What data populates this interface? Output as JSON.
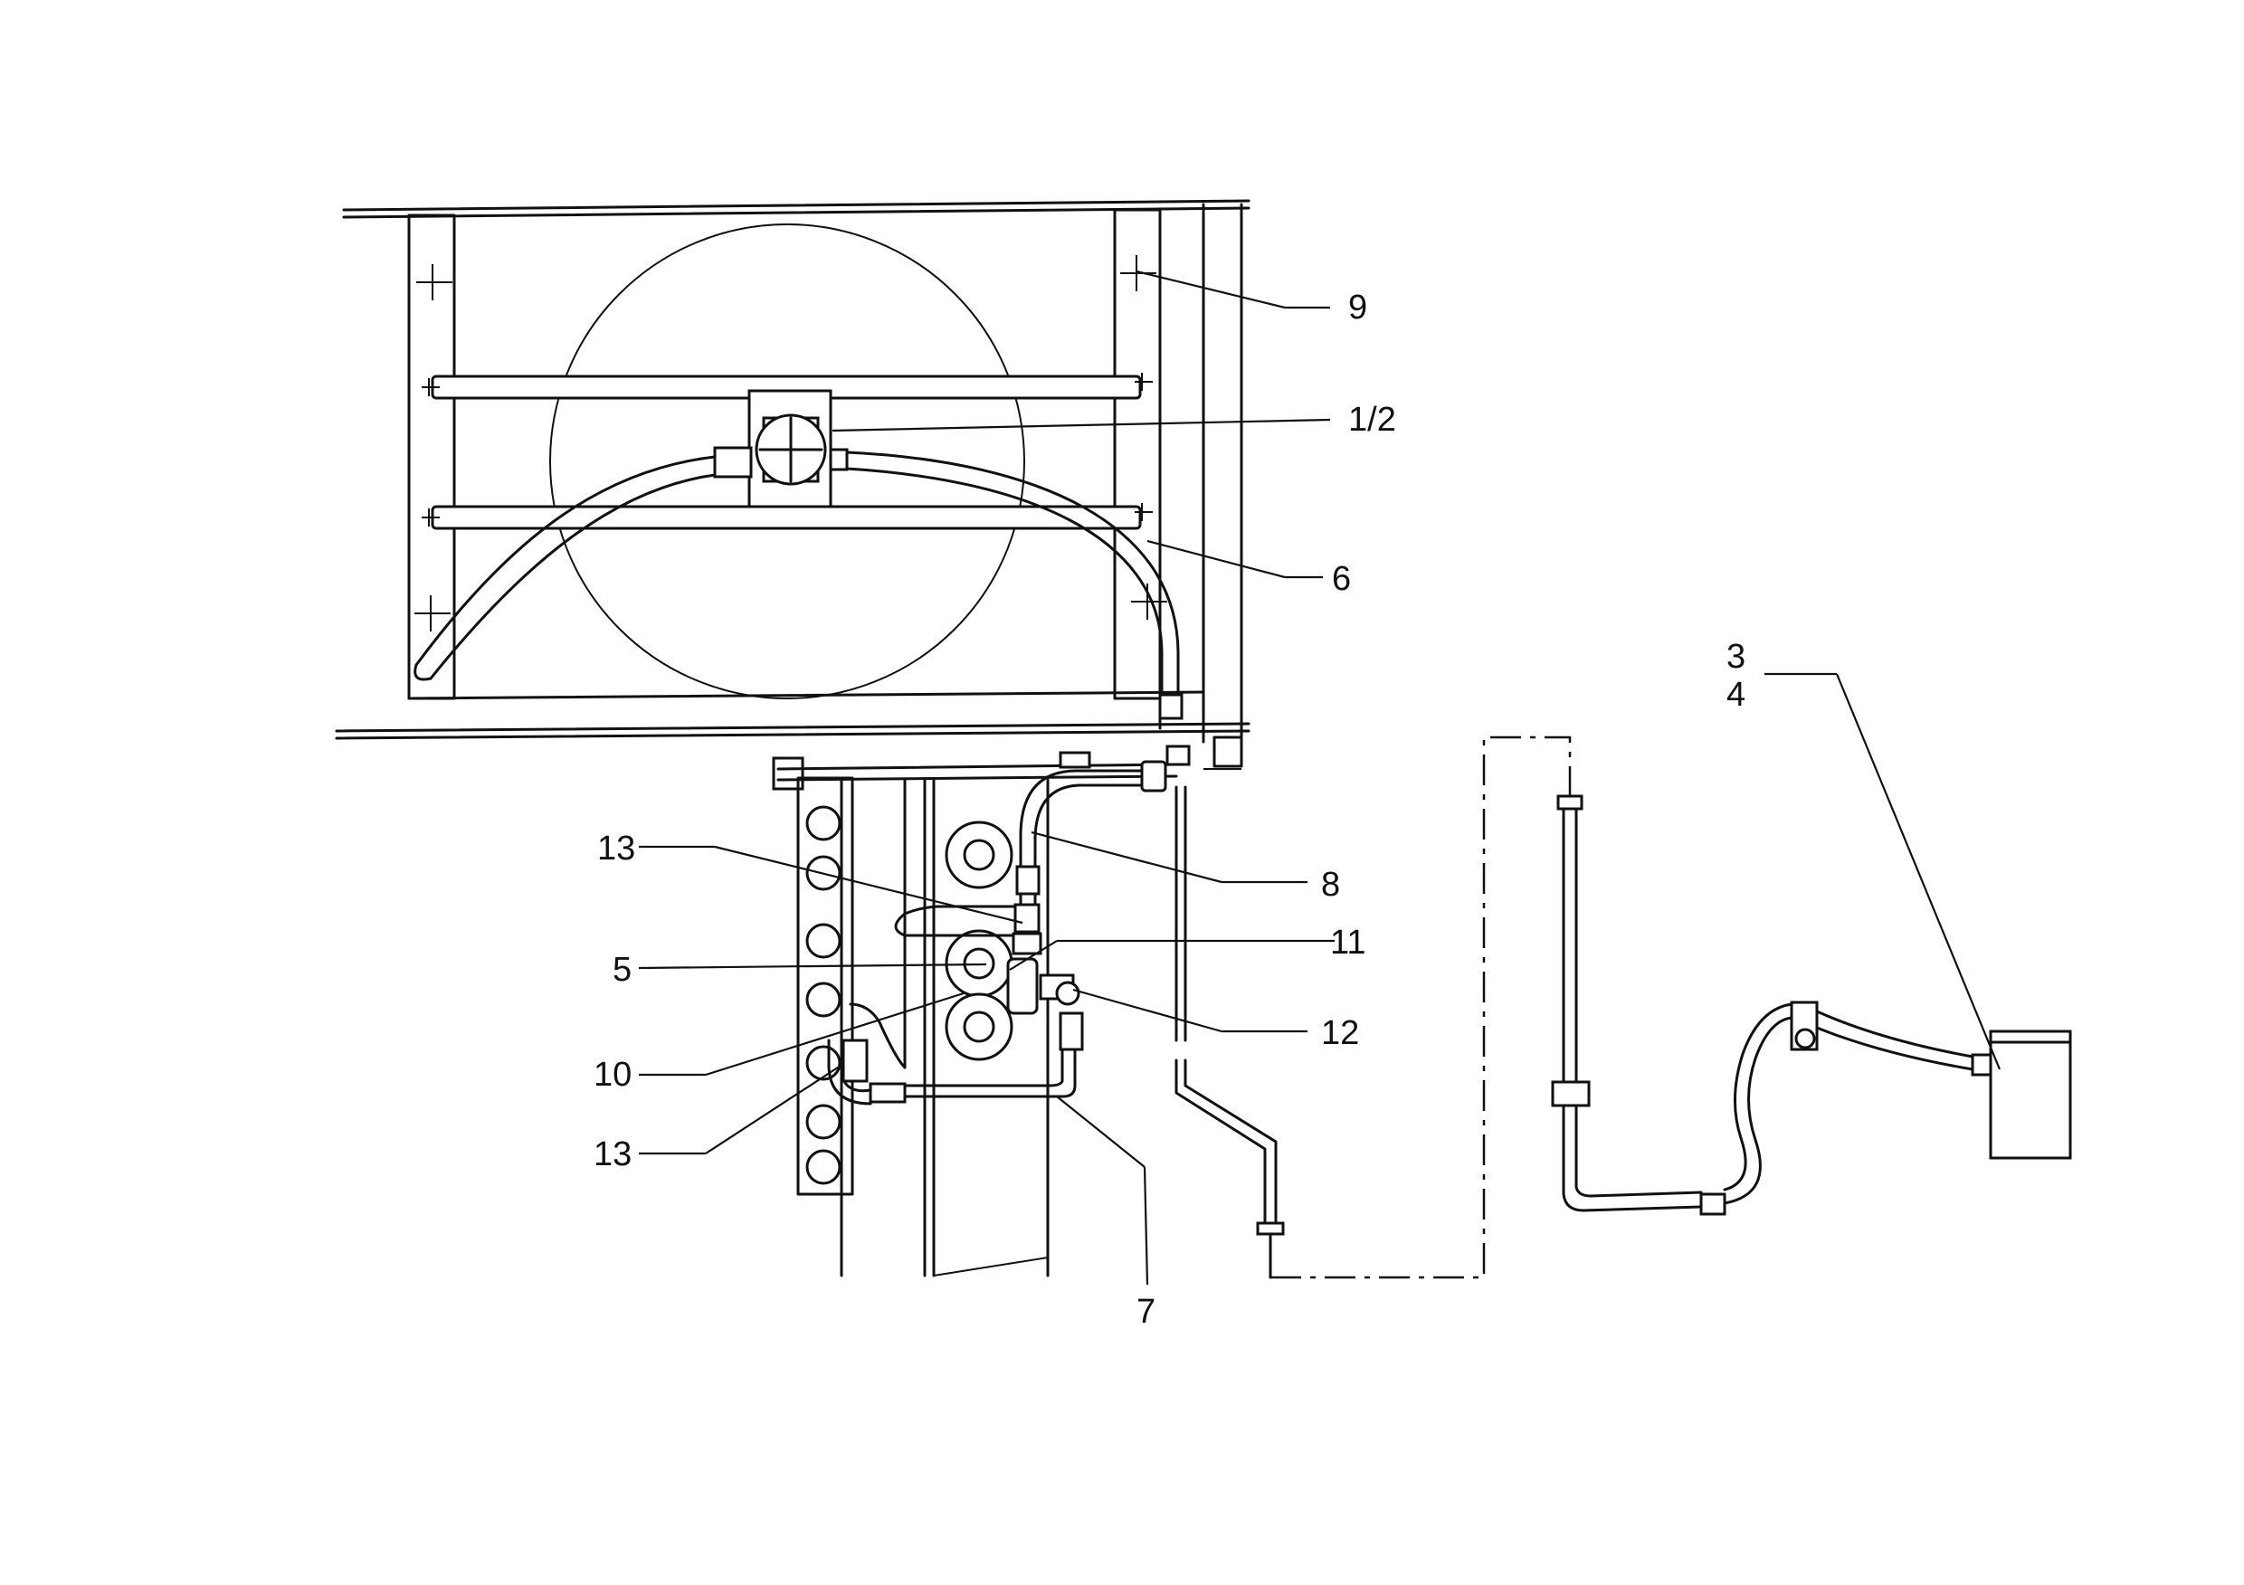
{
  "callouts": {
    "c9": "9",
    "c1_2": "1/2",
    "c6": "6",
    "c3": "3",
    "c4": "4",
    "c13a": "13",
    "c8": "8",
    "c11": "11",
    "c5": "5",
    "c12": "12",
    "c10": "10",
    "c13b": "13",
    "c7": "7"
  },
  "colors": {
    "line": "#111111",
    "background": "#ffffff"
  }
}
